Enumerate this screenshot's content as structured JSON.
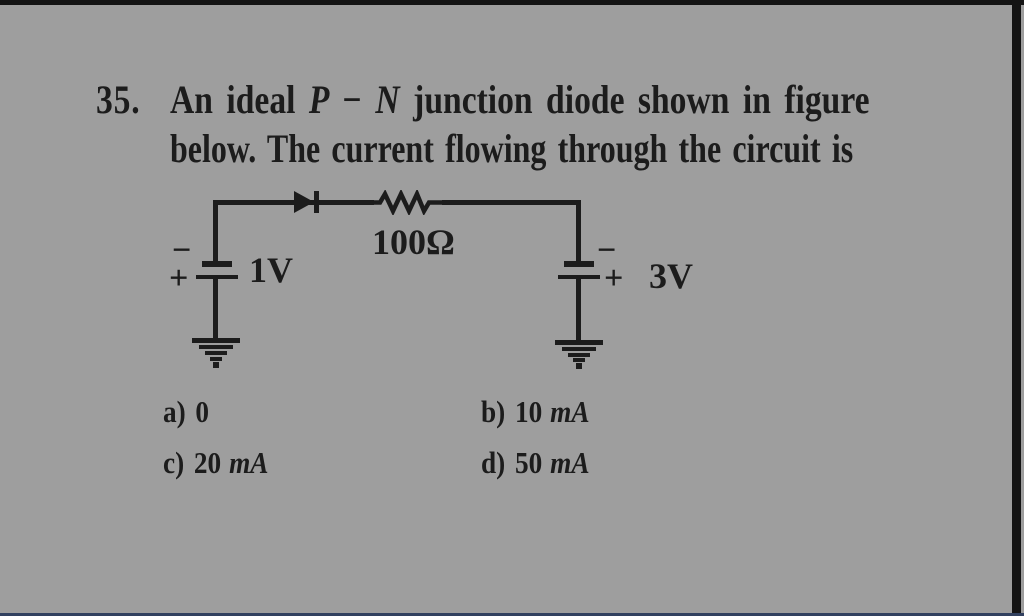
{
  "page": {
    "background_color": "#9e9e9e",
    "frame_bar_color": "#141414",
    "bottom_line_color": "#31405f",
    "ink_color": "#1c1c1c"
  },
  "question": {
    "number": "35.",
    "line1_pre": "An ideal ",
    "line1_math": "P − N",
    "line1_post": " junction diode shown in figure",
    "line2": "below. The current flowing through the circuit is"
  },
  "circuit": {
    "resistor_label": "100Ω",
    "left_battery": {
      "minus": "−",
      "plus": "+",
      "label": "1V"
    },
    "right_battery": {
      "minus": "−",
      "plus": "+",
      "label": "3V"
    }
  },
  "options": [
    {
      "letter": "a)",
      "amount": "0",
      "unit": ""
    },
    {
      "letter": "b)",
      "amount": "10",
      "unit": "mA"
    },
    {
      "letter": "c)",
      "amount": "20",
      "unit": "mA"
    },
    {
      "letter": "d)",
      "amount": "50",
      "unit": "mA"
    }
  ]
}
